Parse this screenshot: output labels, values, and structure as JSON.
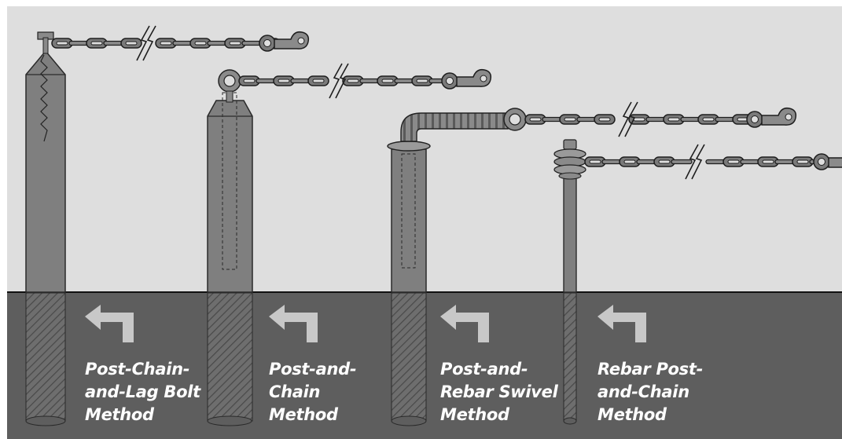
{
  "methods": [
    {
      "label_lines": [
        "Post-Chain-",
        "and-Lag Bolt",
        "Method"
      ]
    },
    {
      "label_lines": [
        "Post-and-",
        "Chain",
        "Method"
      ]
    },
    {
      "label_lines": [
        "Post-and-",
        "Rebar Swivel",
        "Method"
      ]
    },
    {
      "label_lines": [
        "Rebar Post-",
        "and-Chain",
        "Method"
      ]
    }
  ],
  "colors": {
    "sky": "#dedede",
    "ground": "#5e5e5e",
    "post": "#7f7f7f",
    "post_dark": "#646464",
    "chain": "#7a7a7a",
    "label_text": "#ffffff",
    "arrow": "#c8c8c8"
  },
  "icons": [
    "left-turn-arrow-icon",
    "lightning-break-icon",
    "snap-hook-icon",
    "lag-bolt-icon",
    "eye-bolt-icon",
    "rebar-swivel-icon",
    "washer-stack-icon"
  ]
}
